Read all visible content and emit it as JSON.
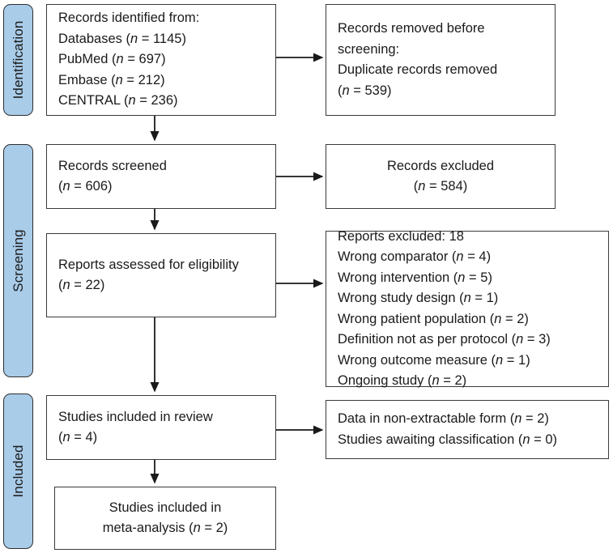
{
  "diagram": {
    "title": "PRISMA flow diagram",
    "accent_color": "#a9cce9",
    "border_color": "#3a3a3a",
    "text_color": "#1a1a1a",
    "background": "#ffffff"
  },
  "stages": [
    {
      "id": "identification",
      "label": "Identification"
    },
    {
      "id": "screening",
      "label": "Screening"
    },
    {
      "id": "included",
      "label": "Included"
    }
  ],
  "nodes": {
    "records_identified": {
      "name": "records-identified",
      "lines": [
        {
          "text": "Records identified from:"
        },
        {
          "pre": "Databases (",
          "italic": "n",
          "post": " = 1145)"
        },
        {
          "pre": "PubMed (",
          "italic": "n",
          "post": " = 697)"
        },
        {
          "pre": "Embase (",
          "italic": "n",
          "post": " = 212)"
        },
        {
          "pre": "CENTRAL (",
          "italic": "n",
          "post": " = 236)"
        }
      ]
    },
    "records_removed": {
      "name": "records-removed-before-screening",
      "lines": [
        {
          "text": "Records removed before"
        },
        {
          "text": "screening:"
        },
        {
          "text": "Duplicate records removed"
        },
        {
          "pre": "(",
          "italic": "n",
          "post": " = 539)"
        }
      ]
    },
    "records_screened": {
      "name": "records-screened",
      "lines": [
        {
          "text": "Records screened"
        },
        {
          "pre": "(",
          "italic": "n",
          "post": " = 606)"
        }
      ]
    },
    "records_excluded": {
      "name": "records-excluded",
      "lines": [
        {
          "text": "Records excluded"
        },
        {
          "pre": "(",
          "italic": "n",
          "post": " = 584)"
        }
      ]
    },
    "reports_assessed": {
      "name": "reports-assessed-for-eligibility",
      "lines": [
        {
          "text": "Reports assessed for eligibility"
        },
        {
          "pre": "(",
          "italic": "n",
          "post": " = 22)"
        }
      ]
    },
    "reports_excluded": {
      "name": "reports-excluded",
      "lines": [
        {
          "text": "Reports excluded: 18"
        },
        {
          "pre": "Wrong comparator (",
          "italic": "n",
          "post": " = 4)"
        },
        {
          "pre": "Wrong intervention (",
          "italic": "n",
          "post": " = 5)"
        },
        {
          "pre": "Wrong study design (",
          "italic": "n",
          "post": " = 1)"
        },
        {
          "pre": "Wrong patient population (",
          "italic": "n",
          "post": " = 2)"
        },
        {
          "pre": "Definition not as per protocol (",
          "italic": "n",
          "post": " = 3)"
        },
        {
          "pre": "Wrong outcome measure (",
          "italic": "n",
          "post": " = 1)"
        },
        {
          "pre": "Ongoing study (",
          "italic": "n",
          "post": " = 2)"
        }
      ]
    },
    "studies_included_review": {
      "name": "studies-included-in-review",
      "lines": [
        {
          "text": "Studies included in review"
        },
        {
          "pre": "(",
          "italic": "n",
          "post": " = 4)"
        }
      ]
    },
    "data_non_extractable": {
      "name": "data-non-extractable",
      "lines": [
        {
          "pre": "Data in non-extractable form (",
          "italic": "n",
          "post": " = 2)"
        },
        {
          "pre": "Studies awaiting classification (",
          "italic": "n",
          "post": " = 0)"
        }
      ]
    },
    "studies_meta_analysis": {
      "name": "studies-included-in-meta-analysis",
      "lines": [
        {
          "text": "Studies included in"
        },
        {
          "pre": "meta-analysis (",
          "italic": "n",
          "post": " = 2)"
        }
      ]
    }
  },
  "chart_data": {
    "type": "diagram",
    "title": "PRISMA 2020 flow diagram",
    "identification": {
      "databases_total": 1145,
      "sources": [
        {
          "name": "PubMed",
          "n": 697
        },
        {
          "name": "Embase",
          "n": 212
        },
        {
          "name": "CENTRAL",
          "n": 236
        }
      ],
      "duplicates_removed": 539
    },
    "screening": {
      "records_screened": 606,
      "records_excluded": 584,
      "reports_assessed": 22,
      "reports_excluded_total": 18,
      "exclusion_reasons": [
        {
          "reason": "Wrong comparator",
          "n": 4
        },
        {
          "reason": "Wrong intervention",
          "n": 5
        },
        {
          "reason": "Wrong study design",
          "n": 1
        },
        {
          "reason": "Wrong patient population",
          "n": 2
        },
        {
          "reason": "Definition not as per protocol",
          "n": 3
        },
        {
          "reason": "Wrong outcome measure",
          "n": 1
        },
        {
          "reason": "Ongoing study",
          "n": 2
        }
      ]
    },
    "included": {
      "studies_in_review": 4,
      "data_non_extractable": 2,
      "studies_awaiting_classification": 0,
      "studies_in_meta_analysis": 2
    }
  }
}
